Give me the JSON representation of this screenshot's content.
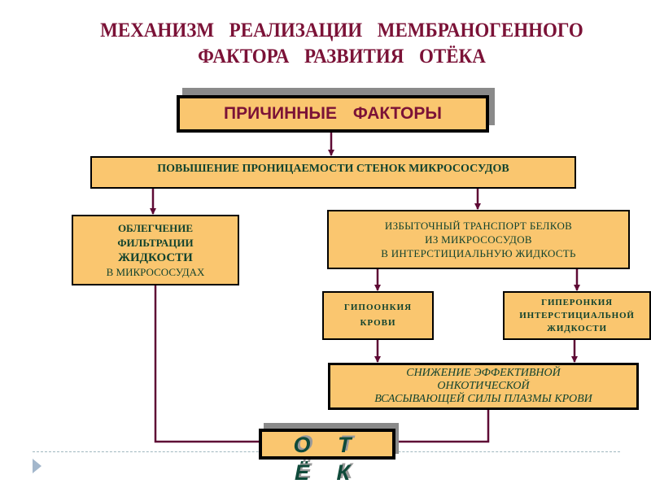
{
  "title": {
    "line1": "МЕХАНИЗМ РЕАЛИЗАЦИИ МЕМБРАНОГЕННОГО",
    "line2": "ФАКТОРА РАЗВИТИЯ ОТЁКА"
  },
  "colors": {
    "title": "#7b1237",
    "box_fill": "#fac66f",
    "box_text": "#12432e",
    "connector": "#5e0a35",
    "shadow": "#8a8a8a"
  },
  "nodes": {
    "causes": "ПРИЧИННЫЕ ФАКТОРЫ",
    "permeability": "ПОВЫШЕНИЕ ПРОНИЦАЕМОСТИ СТЕНОК МИКРОСОСУДОВ",
    "filtration": {
      "line1": "ОБЛЕГЧЕНИЕ",
      "line2": "ФИЛЬТРАЦИИ",
      "line3": "ЖИДКОСТИ",
      "line4": "В МИКРОСОСУДАХ"
    },
    "transport": {
      "line1": "ИЗБЫТОЧНЫЙ ТРАНСПОРТ БЕЛКОВ",
      "line2": "ИЗ МИКРОСОСУДОВ",
      "line3": "В ИНТЕРСТИЦИАЛЬНУЮ ЖИДКОСТЬ"
    },
    "hypooncia": {
      "line1": "ГИПООНКИЯ",
      "line2": "КРОВИ"
    },
    "hyperoncia": {
      "line1": "ГИПЕРОНКИЯ",
      "line2": "ИНТЕРСТИЦИАЛЬНОЙ",
      "line3": "ЖИДКОСТИ"
    },
    "reduction": {
      "line1": "СНИЖЕНИЕ ЭФФЕКТИВНОЙ",
      "line2": "ОНКОТИЧЕСКОЙ",
      "line3": "ВСАСЫВАЮЩЕЙ СИЛЫ ПЛАЗМЫ КРОВИ"
    },
    "edema": "О Т Ё К"
  },
  "edges": [
    [
      "causes",
      "permeability"
    ],
    [
      "permeability",
      "filtration"
    ],
    [
      "permeability",
      "transport"
    ],
    [
      "transport",
      "hypooncia"
    ],
    [
      "transport",
      "hyperoncia"
    ],
    [
      "hypooncia",
      "reduction"
    ],
    [
      "hyperoncia",
      "reduction"
    ],
    [
      "filtration",
      "edema"
    ],
    [
      "reduction",
      "edema"
    ]
  ],
  "icons": {
    "nav": "play-arrow-icon"
  }
}
